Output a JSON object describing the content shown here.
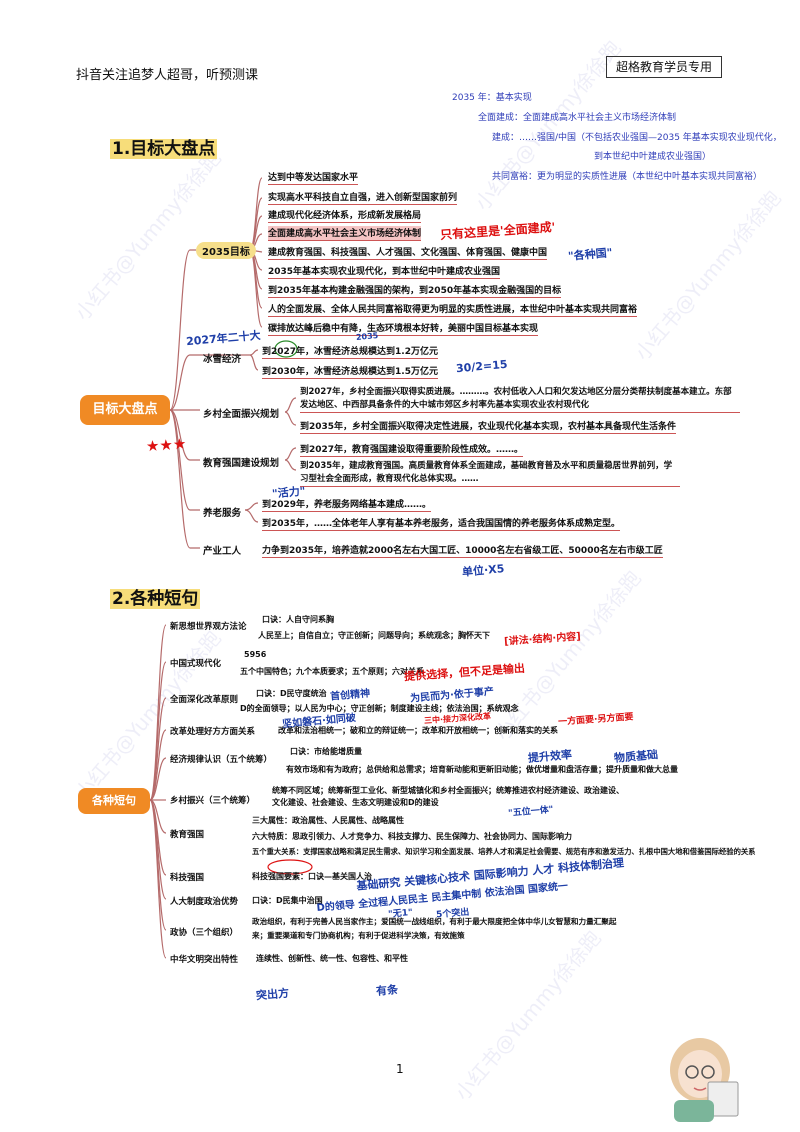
{
  "header": {
    "left": "抖音关注追梦人超哥，听预测课",
    "right": "超格教育学员专用"
  },
  "notes": [
    "2035 年：基本实现",
    "全面建成：全面建成高水平社会主义市场经济体制",
    "建成：……强国/中国（不包括农业强国—2035 年基本实现农业现代化，",
    "到本世纪中叶建成农业强国）",
    "共同富裕：更为明显的实质性进展（本世纪中叶基本实现共同富裕）"
  ],
  "section1": {
    "title": "1.目标大盘点",
    "root": "目标大盘点",
    "b2035": {
      "label": "2035目标",
      "items": [
        "达到中等发达国家水平",
        "实现高水平科技自立自强，进入创新型国家前列",
        "建成现代化经济体系，形成新发展格局",
        "全面建成高水平社会主义市场经济体制",
        "建成教育强国、科技强国、人才强国、文化强国、体育强国、健康中国",
        "2035年基本实现农业现代化，到本世纪中叶建成农业强国",
        "到2035年基本构建金融强国的架构，到2050年基本实现金融强国的目标",
        "人的全面发展、全体人民共同富裕取得更为明显的实质性进展，本世纪中叶基本实现共同富裕",
        "碳排放达峰后稳中有降，生态环境根本好转，美丽中国目标基本实现"
      ]
    },
    "ice": {
      "label": "冰雪经济",
      "items": [
        "到2027年，冰雪经济总规模达到1.2万亿元",
        "到2030年，冰雪经济总规模达到1.5万亿元"
      ]
    },
    "rural": {
      "label": "乡村全面振兴规划",
      "items": [
        "到2027年，乡村全面振兴取得实质进展。………。农村低收入人口和欠发达地区分层分类帮扶制度基本建立。东部发达地区、中西部具备条件的大中城市郊区乡村率先基本实现农业农村现代化",
        "到2035年，乡村全面振兴取得决定性进展，农业现代化基本实现，农村基本具备现代生活条件"
      ]
    },
    "edu": {
      "label": "教育强国建设规划",
      "items": [
        "到2027年，教育强国建设取得重要阶段性成效。……。",
        "到2035年，建成教育强国。高质量教育体系全面建成，基础教育普及水平和质量稳居世界前列，学习型社会全面形成，教育现代化总体实现。……"
      ]
    },
    "elder": {
      "label": "养老服务",
      "items": [
        "到2029年，养老服务网络基本建成……。",
        "到2035年，……全体老年人享有基本养老服务，适合我国国情的养老服务体系成熟定型。"
      ]
    },
    "worker": {
      "label": "产业工人",
      "items": [
        "力争到2035年，培养造就2000名左右大国工匠、10000名左右省级工匠、50000名左右市级工匠"
      ]
    },
    "hand": [
      "只有这里是'全面建成'",
      "\"各种国\"",
      "2027年二十大",
      "2035",
      "30/2=15",
      "★★★",
      "\"活力\"",
      "单位·X5"
    ]
  },
  "section2": {
    "title": "2.各种短句",
    "root": "各种短句",
    "rows": [
      {
        "label": "新思想世界观方法论",
        "lines": [
          "口诀：人自守问系胸",
          "人民至上；自信自立；守正创新；问题导向；系统观念；胸怀天下"
        ]
      },
      {
        "label": "中国式现代化",
        "lines": [
          "5956",
          "五个中国特色；九个本质要求；五个原则；六对关系"
        ]
      },
      {
        "label": "全面深化改革原则",
        "lines": [
          "口诀：D民守度统治",
          "D的全面领导；以人民为中心；守正创新；制度建设主线；依法治国；系统观念"
        ]
      },
      {
        "label": "改革处理好方方面关系",
        "lines": [
          "改革和法治相统一；破和立的辩证统一；改革和开放相统一；创新和落实的关系"
        ]
      },
      {
        "label": "经济规律认识（五个统筹）",
        "lines": [
          "口诀：市给能增质量",
          "有效市场和有为政府；总供给和总需求；培育新动能和更新旧动能；做优增量和盘活存量；提升质量和做大总量"
        ]
      },
      {
        "label": "乡村振兴（三个统筹）",
        "lines": [
          "统筹不同区域；统筹新型工业化、新型城镇化和乡村全面振兴；统筹推进农村经济建设、政治建设、",
          "文化建设、社会建设、生态文明建设和D的建设"
        ]
      },
      {
        "label": "教育强国",
        "lines": [
          "三大属性：政治属性、人民属性、战略属性",
          "六大特质：思政引领力、人才竞争力、科技支撑力、民生保障力、社会协同力、国际影响力",
          "五个重大关系：支撑国家战略和满足民生需求、知识学习和全面发展、培养人才和满足社会需要、规范有序和激发活力、扎根中国大地和借鉴国际经验的关系"
        ]
      },
      {
        "label": "科技强国",
        "lines": [
          "科技强国要素：口诀—基关国人治"
        ]
      },
      {
        "label": "人大制度政治优势",
        "lines": [
          "口诀：D民集中治国"
        ]
      },
      {
        "label": "政协（三个组织）",
        "lines": [
          "政治组织，有利于完善人民当家作主；爱国统一战线组织，有利于最大限度把全体中华儿女智慧和力量汇聚起",
          "来；重要渠道和专门协商机构；有利于促进科学决策，有效施策"
        ]
      },
      {
        "label": "中华文明突出特性",
        "lines": [
          "连续性、创新性、统一性、包容性、和平性"
        ]
      }
    ],
    "hand": [
      "[讲法·结构·内容]",
      "提供选择，但不足是输出",
      "首创精神",
      "为民而为·依于事产",
      "坚如磐石·如同破",
      "三中·接力深化改革",
      "一方面要·另方面要",
      "提升效率",
      "物质基础",
      "\"五位一体\"",
      "D的领导 全过程人民民主 民主集中制 依法治国 国家统一",
      "基础研究 关键核心技术 国际影响力 人才 科技体制治理",
      "5个突出",
      "\"无1\"",
      "突出方",
      "有条"
    ]
  },
  "page_number": "1",
  "watermark": "小红书@Yummy徐徐跑"
}
